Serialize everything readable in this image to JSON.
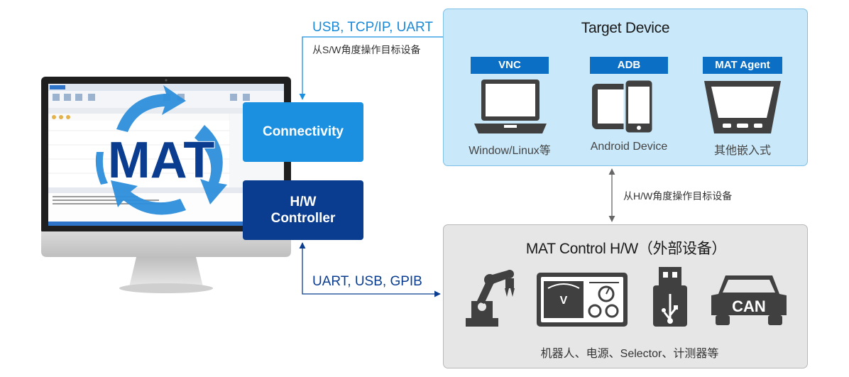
{
  "connectivity_box": {
    "label": "Connectivity"
  },
  "hw_controller_box": {
    "line1": "H/W",
    "line2": "Controller"
  },
  "logo": {
    "text": "MAT"
  },
  "top_link": {
    "protocols": "USB, TCP/IP, UART",
    "description": "从S/W角度操作目标设备"
  },
  "bottom_link": {
    "protocols": "UART, USB, GPIB"
  },
  "side_link": {
    "description": "从H/W角度操作目标设备"
  },
  "target_device": {
    "title": "Target Device",
    "items": [
      {
        "tag": "VNC",
        "icon": "laptop-icon",
        "label": "Window/Linux等"
      },
      {
        "tag": "ADB",
        "icon": "tablet-phone-icon",
        "label": "Android Device"
      },
      {
        "tag": "MAT Agent",
        "icon": "car-display-icon",
        "label": "其他嵌入式"
      }
    ]
  },
  "control_hw": {
    "title": "MAT Control H/W（外部设备）",
    "icons": [
      "robot-arm-icon",
      "power-supply-meter-icon",
      "usb-drive-icon",
      "can-car-icon"
    ],
    "can_text": "CAN",
    "meter_text": "V",
    "footer": "机器人、电源、Selector、计测器等"
  },
  "colors": {
    "connectivity": "#1b8fe0",
    "controller": "#0a3d8f",
    "tag": "#0b6fc6",
    "target_panel": "#c9e8f9",
    "control_panel": "#e6e6e6",
    "icon_dark": "#404040"
  }
}
